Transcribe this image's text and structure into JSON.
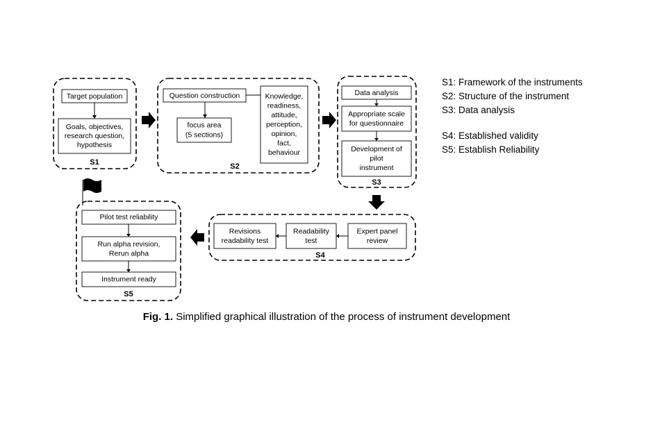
{
  "stages": {
    "s1": {
      "label": "S1",
      "boxes": [
        [
          "Target population"
        ],
        [
          "Goals, objectives,",
          "research question,",
          "hypothesis"
        ]
      ]
    },
    "s2": {
      "label": "S2",
      "boxes": [
        [
          "Question construction"
        ],
        [
          "focus area",
          "(5 sections)"
        ],
        [
          "Knowledge,",
          "readiness,",
          "attitude,",
          "perception,",
          "opinion,",
          "fact,",
          "behaviour"
        ]
      ]
    },
    "s3": {
      "label": "S3",
      "boxes": [
        [
          "Data analysis"
        ],
        [
          "Appropriate scale",
          "for questionnaire"
        ],
        [
          "Development of",
          "pilot",
          "instrument"
        ]
      ]
    },
    "s4": {
      "label": "S4",
      "boxes": [
        [
          "Expert panel",
          "review"
        ],
        [
          "Readability",
          "test"
        ],
        [
          "Revisions",
          "readability test"
        ]
      ]
    },
    "s5": {
      "label": "S5",
      "boxes": [
        [
          "Pilot test reliability"
        ],
        [
          "Run alpha revision,",
          "Rerun alpha"
        ],
        [
          "Instrument ready"
        ]
      ]
    }
  },
  "legend": [
    "S1: Framework of the instruments",
    "S2: Structure of the instrument",
    "S3: Data analysis",
    "S4: Established validity",
    "S5: Establish Reliability"
  ],
  "caption": {
    "prefix": "Fig. 1.",
    "text": " Simplified graphical illustration of the process of instrument development"
  },
  "flag_icon": "flag-icon",
  "colors": {
    "stroke": "#000000",
    "background": "#ffffff"
  }
}
